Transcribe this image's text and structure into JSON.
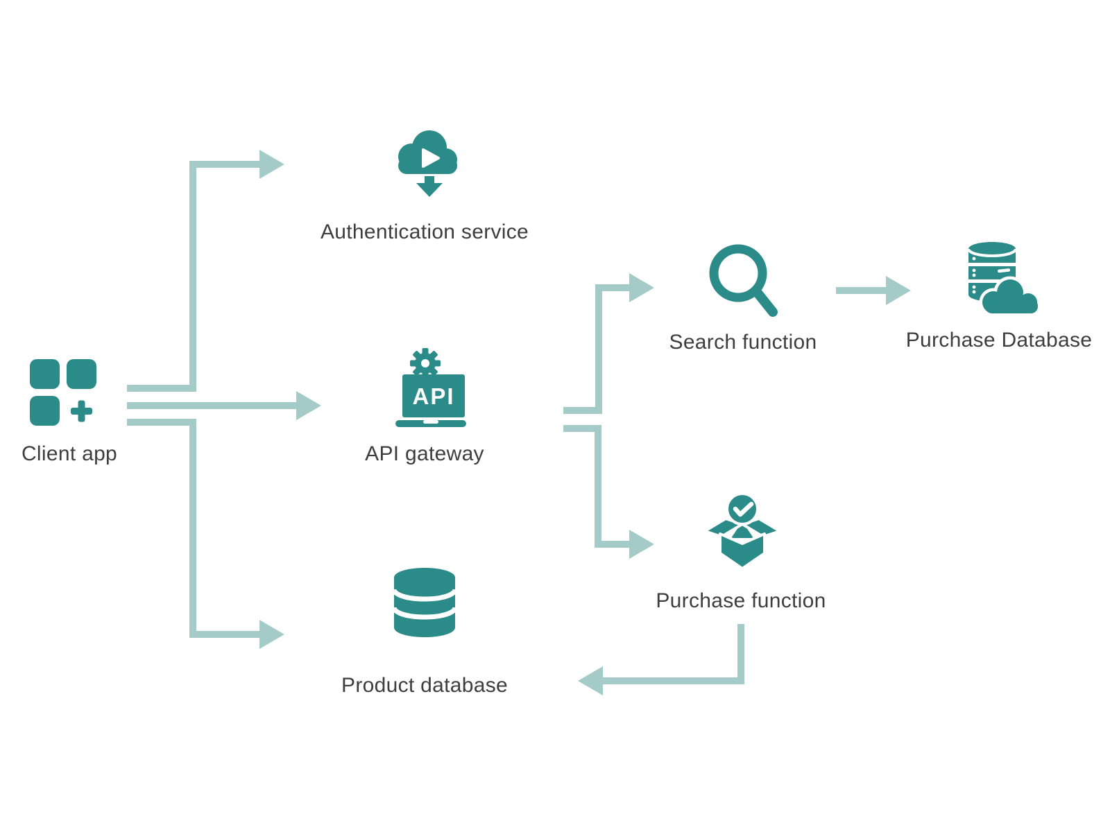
{
  "diagram": {
    "type": "architecture-flowchart",
    "colors": {
      "icon_teal": "#2b8b89",
      "connector_teal": "#a5cbc9",
      "label_gray": "#3d3d3d",
      "background": "#ffffff"
    },
    "nodes": [
      {
        "id": "client-app",
        "label": "Client app",
        "icon": "app-grid-plus-icon"
      },
      {
        "id": "authentication-service",
        "label": "Authentication service",
        "icon": "cloud-play-download-icon"
      },
      {
        "id": "api-gateway",
        "label": "API gateway",
        "icon": "laptop-api-gear-icon",
        "icon_text": "API"
      },
      {
        "id": "product-database",
        "label": "Product database",
        "icon": "database-cylinder-icon"
      },
      {
        "id": "search-function",
        "label": "Search function",
        "icon": "magnifier-icon"
      },
      {
        "id": "purchase-database",
        "label": "Purchase Database",
        "icon": "database-cloud-icon"
      },
      {
        "id": "purchase-function",
        "label": "Purchase function",
        "icon": "open-box-check-icon"
      }
    ],
    "edges": [
      {
        "from": "client-app",
        "to": "authentication-service"
      },
      {
        "from": "client-app",
        "to": "api-gateway"
      },
      {
        "from": "client-app",
        "to": "product-database"
      },
      {
        "from": "api-gateway",
        "to": "search-function"
      },
      {
        "from": "api-gateway",
        "to": "purchase-function"
      },
      {
        "from": "search-function",
        "to": "purchase-database"
      },
      {
        "from": "purchase-function",
        "to": "product-database"
      }
    ]
  }
}
